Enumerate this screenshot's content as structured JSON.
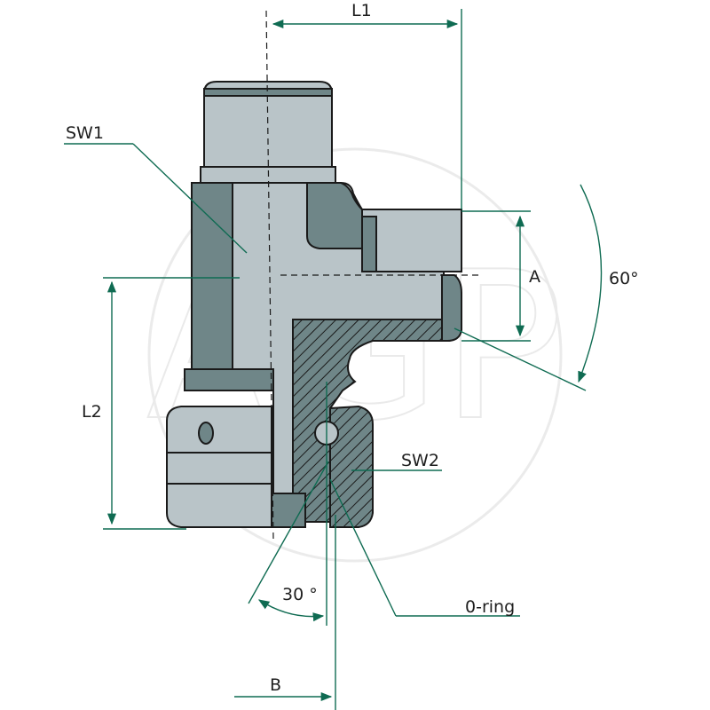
{
  "watermark": {
    "text": "AGP"
  },
  "labels": {
    "L1": "L1",
    "L2": "L2",
    "SW1": "SW1",
    "SW2": "SW2",
    "A": "A",
    "B": "B",
    "angle_60": "60°",
    "angle_30": "30 °",
    "oring": "0-ring"
  }
}
